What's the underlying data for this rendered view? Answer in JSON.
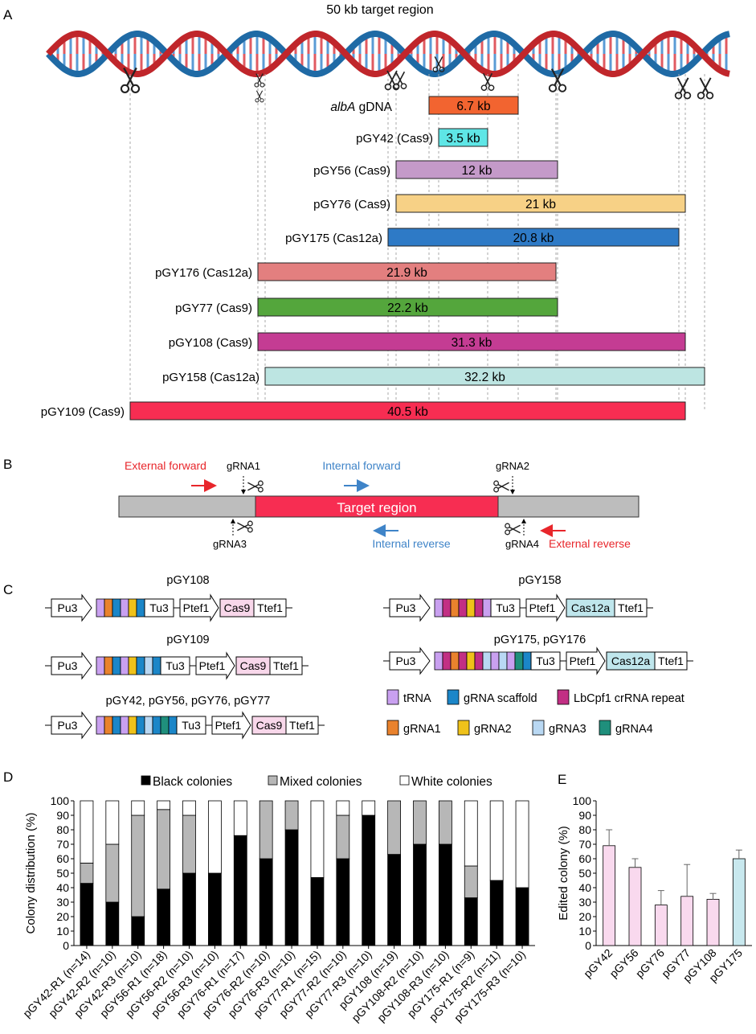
{
  "panel_a": {
    "letter": "A",
    "title": "50 kb target region",
    "colors": {
      "helix_blue": "#1f6aa5",
      "helix_red": "#c0262b",
      "rung_red": "#e05a60",
      "rung_blue": "#5a9bd5"
    },
    "albA_label_italic": "albA",
    "albA_label_rest": " gDNA",
    "bars": [
      {
        "label": "",
        "size": "6.7 kb",
        "color": "#f26430"
      },
      {
        "label": "pGY42 (Cas9)",
        "size": "3.5 kb",
        "color": "#5ee6e6"
      },
      {
        "label": "pGY56 (Cas9)",
        "size": "12 kb",
        "color": "#c49ac9"
      },
      {
        "label": "pGY76 (Cas9)",
        "size": "21 kb",
        "color": "#f7d186"
      },
      {
        "label": "pGY175 (Cas12a)",
        "size": "20.8 kb",
        "color": "#2e7ac6"
      },
      {
        "label": "pGY176 (Cas12a)",
        "size": "21.9 kb",
        "color": "#e37f7f"
      },
      {
        "label": "pGY77 (Cas9)",
        "size": "22.2 kb",
        "color": "#54a63c"
      },
      {
        "label": "pGY108 (Cas9)",
        "size": "31.3 kb",
        "color": "#c43c93"
      },
      {
        "label": "pGY158 (Cas12a)",
        "size": "32.2 kb",
        "color": "#bde5e2"
      },
      {
        "label": "pGY109 (Cas9)",
        "size": "40.5 kb",
        "color": "#f72d52"
      }
    ]
  },
  "panel_b": {
    "letter": "B",
    "ext_forward": "External forward",
    "int_forward": "Internal forward",
    "int_reverse": "Internal reverse",
    "ext_reverse": "External reverse",
    "grna1": "gRNA1",
    "grna2": "gRNA2",
    "grna3": "gRNA3",
    "grna4": "gRNA4",
    "target": "Target region",
    "colors": {
      "red": "#e8262b",
      "blue": "#3f84c8",
      "target": "#f72d52",
      "flank": "#bdbdbd"
    }
  },
  "panel_c": {
    "letter": "C",
    "constructs": [
      {
        "title": "pGY108",
        "promoter": "Pu3",
        "terminator1": "Tu3",
        "promoter2": "Ptef1",
        "cas": "Cas9",
        "terminator2": "Ttef1"
      },
      {
        "title": "pGY109",
        "promoter": "Pu3",
        "terminator1": "Tu3",
        "promoter2": "Ptef1",
        "cas": "Cas9",
        "terminator2": "Ttef1"
      },
      {
        "title": "pGY42, pGY56, pGY76, pGY77",
        "promoter": "Pu3",
        "terminator1": "Tu3",
        "promoter2": "Ptef1",
        "cas": "Cas9",
        "terminator2": "Ttef1"
      },
      {
        "title": "pGY158",
        "promoter": "Pu3",
        "terminator1": "Tu3",
        "promoter2": "Ptef1",
        "cas": "Cas12a",
        "terminator2": "Ttef1"
      },
      {
        "title": "pGY175, pGY176",
        "promoter": "Pu3",
        "terminator1": "Tu3",
        "promoter2": "Ptef1",
        "cas": "Cas12a",
        "terminator2": "Ttef1"
      }
    ],
    "legend": [
      {
        "label": "tRNA",
        "color": "#c9a0f0"
      },
      {
        "label": "gRNA scaffold",
        "color": "#1b86c8"
      },
      {
        "label": "LbCpf1 crRNA repeat",
        "color": "#c22f84"
      },
      {
        "label": "gRNA1",
        "color": "#e9822d"
      },
      {
        "label": "gRNA2",
        "color": "#efc21a"
      },
      {
        "label": "gRNA3",
        "color": "#b9d8f3"
      },
      {
        "label": "gRNA4",
        "color": "#1f8f7c"
      }
    ],
    "colors": {
      "cas9": "#f8d7ea",
      "cas12a": "#bfe6ec"
    }
  },
  "chart_data": [
    {
      "panel": "D",
      "type": "bar",
      "stacked": true,
      "ylabel": "Colony distribution (%)",
      "ylim": [
        0,
        100
      ],
      "yticks": [
        "0",
        "10",
        "20",
        "30",
        "40",
        "50",
        "60",
        "70",
        "80",
        "90",
        "100"
      ],
      "legend": [
        "Black colonies",
        "Mixed colonies",
        "White colonies"
      ],
      "categories": [
        "pGY42-R1 (n=14)",
        "pGY42-R2 (n=10)",
        "pGY42-R3 (n=10)",
        "pGY56-R1 (n=18)",
        "pGY56-R2 (n=10)",
        "pGY56-R3 (n=10)",
        "pGY76-R1 (n=17)",
        "pGY76-R2 (n=10)",
        "pGY76-R3 (n=10)",
        "pGY77-R1 (n=15)",
        "pGY77-R2 (n=10)",
        "pGY77-R3 (n=10)",
        "pGY108 (n=19)",
        "pGY108-R2 (n=10)",
        "pGY108-R3 (n=10)",
        "pGY175-R1 (n=9)",
        "pGY175-R2 (n=11)",
        "pGY175-R3 (n=10)"
      ],
      "series": [
        {
          "name": "Black colonies",
          "color": "#000000",
          "values": [
            43,
            30,
            20,
            39,
            50,
            50,
            76,
            60,
            80,
            47,
            60,
            90,
            63,
            70,
            70,
            33,
            45,
            40
          ]
        },
        {
          "name": "Mixed colonies",
          "color": "#b7b7b7",
          "values": [
            14,
            40,
            70,
            55,
            40,
            0,
            0,
            40,
            20,
            0,
            30,
            0,
            37,
            30,
            30,
            22,
            0,
            0
          ]
        },
        {
          "name": "White colonies",
          "color": "#ffffff",
          "values": [
            43,
            30,
            10,
            6,
            10,
            50,
            24,
            0,
            0,
            53,
            10,
            10,
            0,
            0,
            0,
            45,
            55,
            60
          ]
        }
      ]
    },
    {
      "panel": "E",
      "type": "bar",
      "ylabel": "Edited colony (%)",
      "ylim": [
        0,
        100
      ],
      "yticks": [
        "0",
        "10",
        "20",
        "30",
        "40",
        "50",
        "60",
        "70",
        "80",
        "90",
        "100"
      ],
      "categories": [
        "pGY42",
        "pGY56",
        "pGY76",
        "pGY77",
        "pGY108",
        "pGY175"
      ],
      "values": [
        69,
        54,
        28,
        34,
        32,
        60
      ],
      "errors": [
        11,
        6,
        10,
        22,
        4,
        6
      ],
      "colors": [
        "#f9d9ee",
        "#f9d9ee",
        "#f9d9ee",
        "#f9d9ee",
        "#f9d9ee",
        "#c8e8ee"
      ]
    }
  ]
}
